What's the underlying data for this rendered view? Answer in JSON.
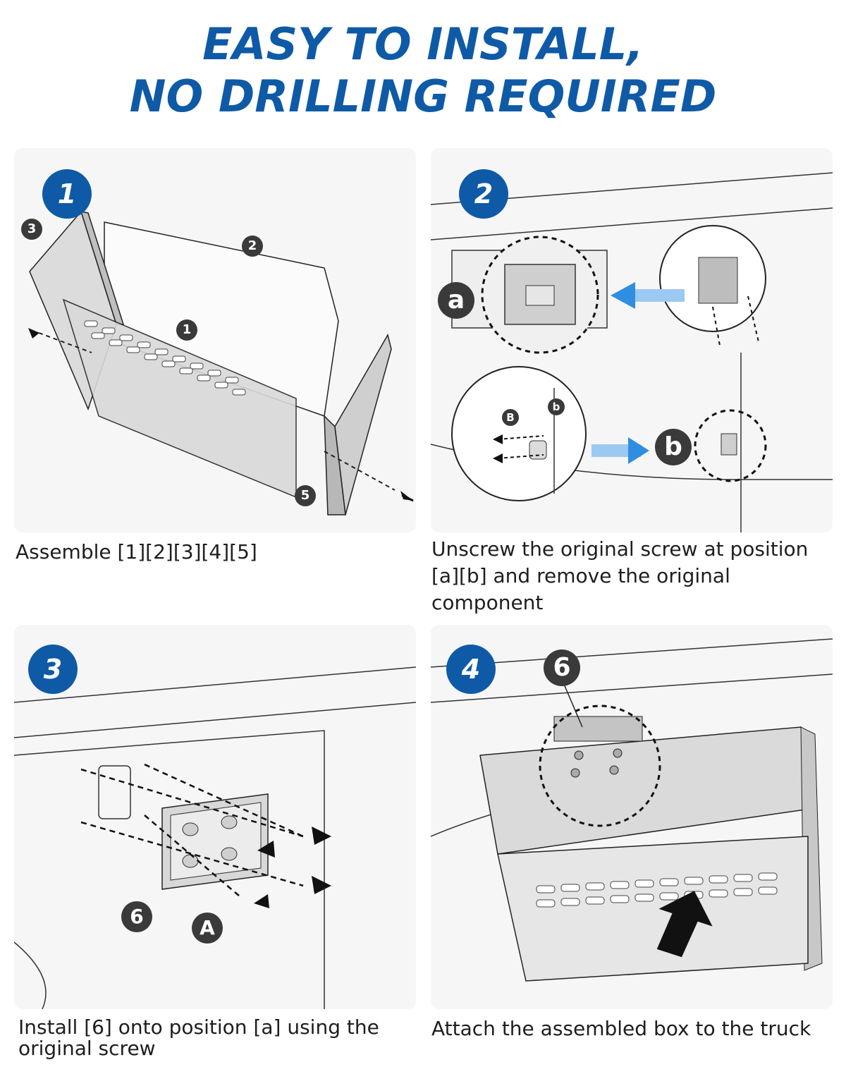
{
  "header": {
    "line1": "EASY TO INSTALL,",
    "line2": "NO DRILLING REQUIRED"
  },
  "colors": {
    "brand_blue": "#0f5aa6",
    "callout_dark": "#3a3a3a",
    "arrow_blue": "#2f8ee0"
  },
  "steps": [
    {
      "number": "1",
      "caption": "Assemble [1][2][3][4][5]",
      "callouts": [
        "1",
        "2",
        "3",
        "5"
      ]
    },
    {
      "number": "2",
      "caption": "Unscrew the original screw at position [a][b] and remove the original component",
      "callouts": [
        "a",
        "b",
        "B",
        "b"
      ]
    },
    {
      "number": "3",
      "caption": "Install [6] onto position [a] using the original screw",
      "callouts": [
        "6",
        "A"
      ]
    },
    {
      "number": "4",
      "caption": "Attach the assembled box to the truck",
      "callouts": [
        "6"
      ]
    }
  ]
}
